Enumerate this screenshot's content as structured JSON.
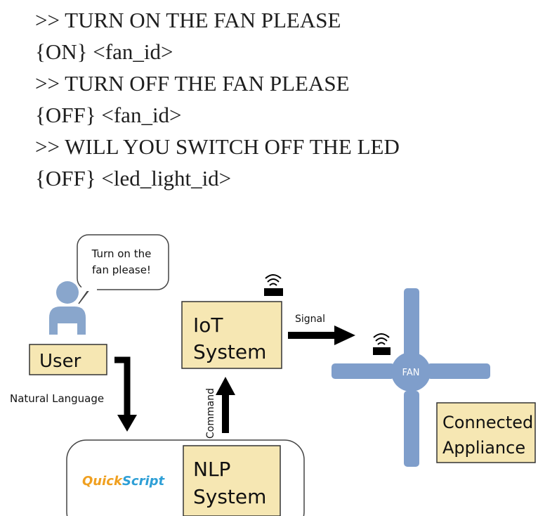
{
  "commands": [
    ">> TURN ON THE FAN PLEASE",
    "{ON} <fan_id>",
    ">> TURN OFF THE FAN PLEASE",
    "{OFF} <fan_id>",
    ">> WILL YOU SWITCH OFF THE LED",
    "{OFF} <led_light_id>"
  ],
  "diagram": {
    "speech_bubble": [
      "Turn on the",
      "fan please!"
    ],
    "user_label": "User",
    "natural_language_label": "Natural Language",
    "iot_system": [
      "IoT",
      "System"
    ],
    "signal_label": "Signal",
    "command_label": "Command",
    "fan_label": "FAN",
    "connected_appliance": [
      "Connected",
      "Appliance"
    ],
    "quickscript": {
      "part1": "Quick",
      "part2": "Script"
    },
    "nlp_system": [
      "NLP",
      "System"
    ]
  },
  "colors": {
    "box_fill": "#f6e7b3",
    "person_blue": "#89a6cc",
    "fan_blue": "#7f9ecb",
    "quick_orange": "#f0a020",
    "script_blue": "#2e9fd6"
  }
}
